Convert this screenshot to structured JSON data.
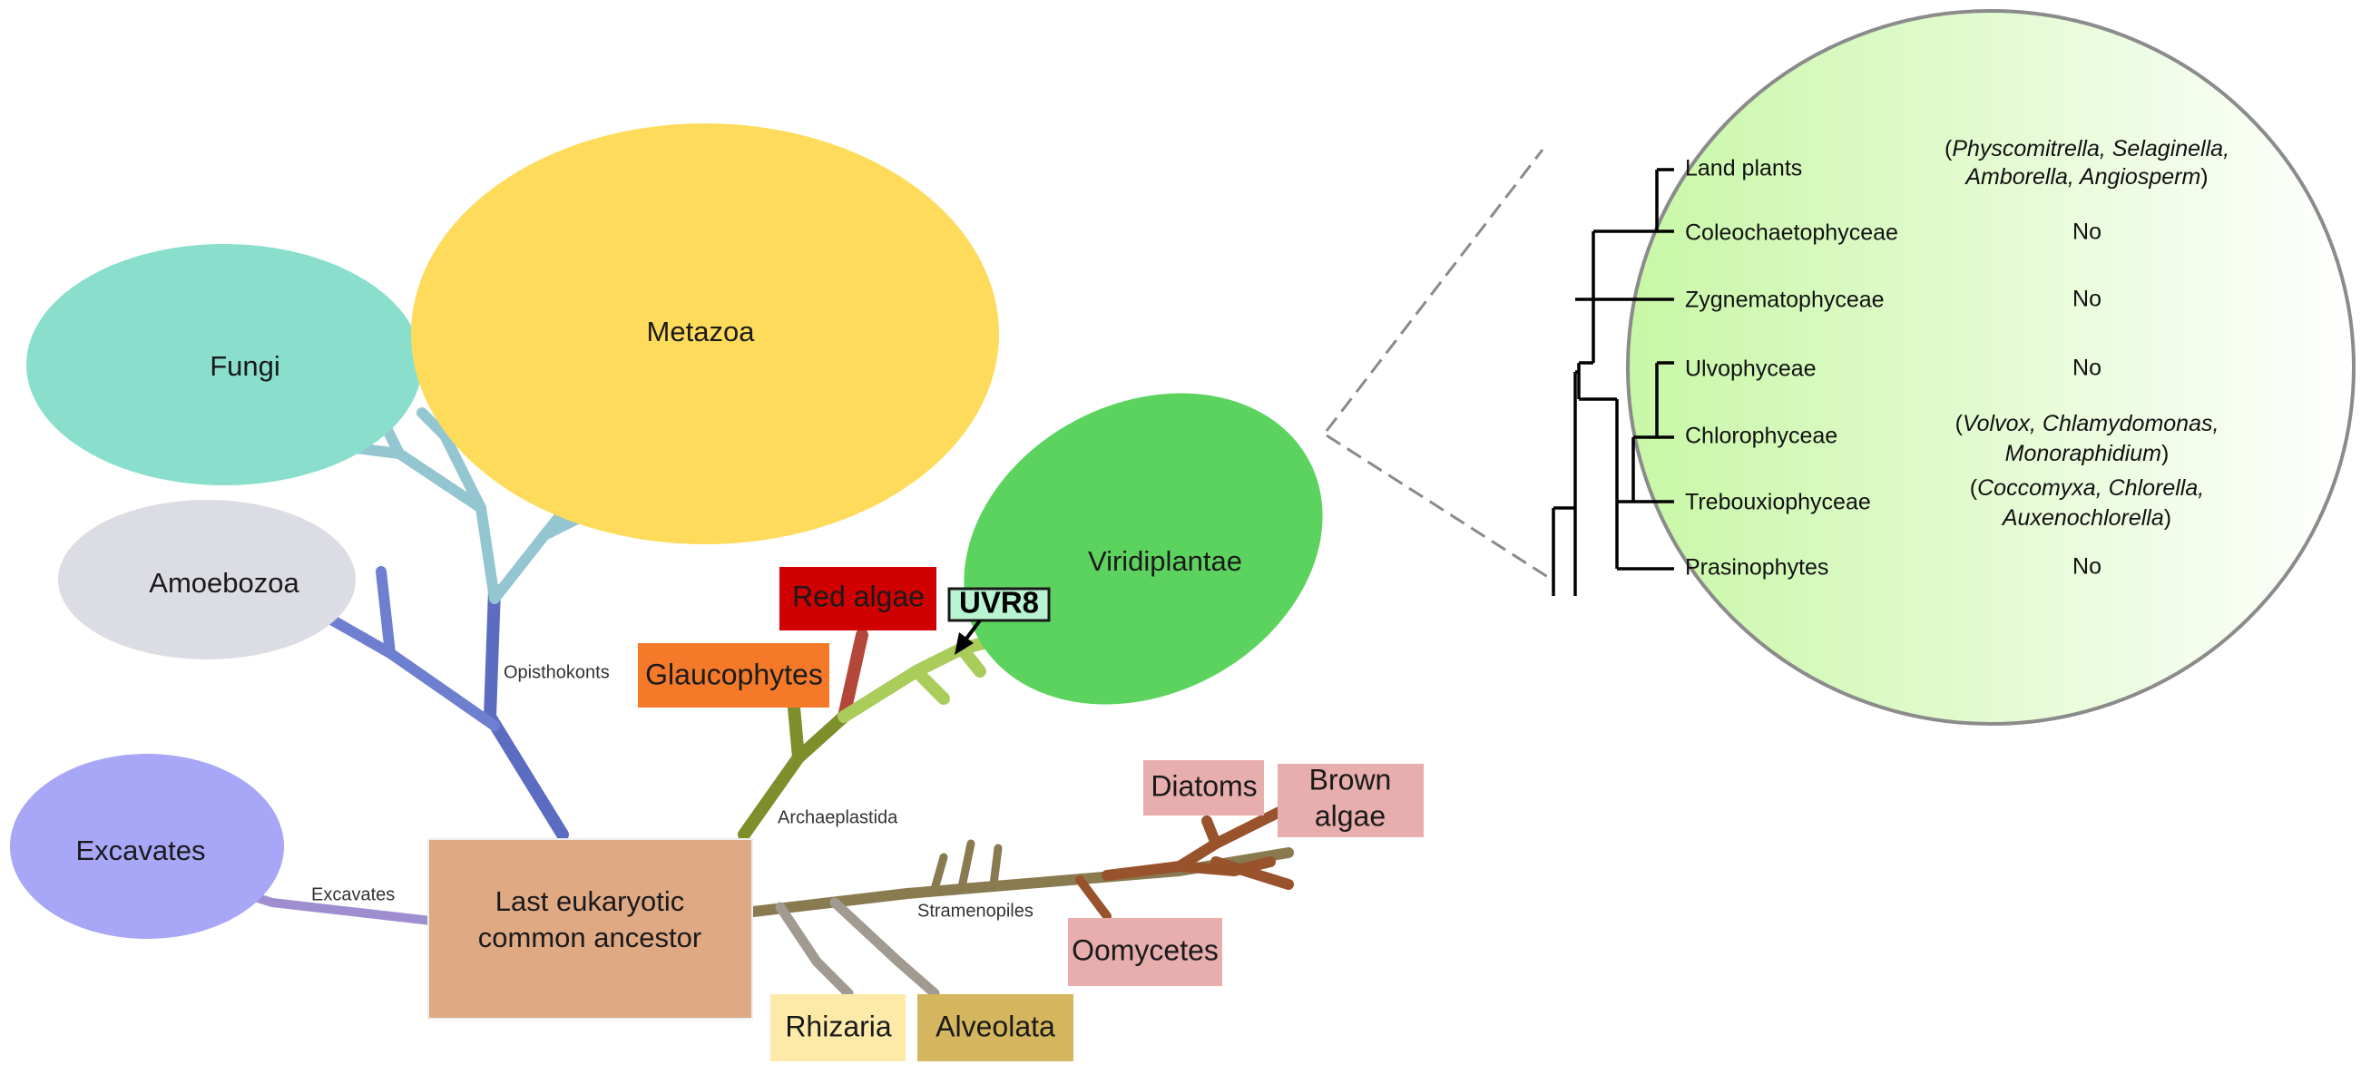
{
  "groups": {
    "metazoa": "Metazoa",
    "fungi": "Fungi",
    "amoebozoa": "Amoebozoa",
    "excavates": "Excavates",
    "viridiplantae": "Viridiplantae",
    "red_algae": "Red algae",
    "glaucophytes": "Glaucophytes",
    "uvr8": "UVR8",
    "diatoms": "Diatoms",
    "brown_algae_1": "Brown",
    "brown_algae_2": "algae",
    "oomycetes": "Oomycetes",
    "rhizaria": "Rhizaria",
    "alveolata": "Alveolata",
    "leca_1": "Last eukaryotic",
    "leca_2": "common ancestor"
  },
  "branch_labels": {
    "opisthokonts": "Opisthokonts",
    "archaeplastida": "Archaeplastida",
    "excavates": "Excavates",
    "stramenopiles": "Stramenopiles"
  },
  "inset": {
    "rows": [
      {
        "taxon": "Land plants",
        "uvr8": [
          "(",
          "Physcomitrella, Selaginella,",
          ""
        ],
        "uvr8_line2": [
          "",
          "Amborella, Angiosperm",
          ")"
        ]
      },
      {
        "taxon": "Coleochaetophyceae",
        "uvr8": [
          "",
          "",
          "No"
        ]
      },
      {
        "taxon": "Zygnematophyceae",
        "uvr8": [
          "",
          "",
          "No"
        ]
      },
      {
        "taxon": "Ulvophyceae",
        "uvr8": [
          "",
          "",
          "No"
        ]
      },
      {
        "taxon": "Chlorophyceae",
        "uvr8": [
          "(",
          "Volvox, Chlamydomonas,",
          ""
        ],
        "uvr8_line2": [
          "",
          "Monoraphidium",
          ")"
        ]
      },
      {
        "taxon": "Trebouxiophyceae",
        "uvr8": [
          "(",
          "Coccomyxa, Chlorella,",
          ""
        ],
        "uvr8_line2": [
          "",
          "Auxenochlorella",
          ")"
        ]
      },
      {
        "taxon": "Prasinophytes",
        "uvr8": [
          "",
          "",
          "No"
        ]
      }
    ]
  },
  "colors": {
    "metazoa": "#fedb5a",
    "fungi": "#89dfcc",
    "amoebozoa": "#dcdce4",
    "excavates": "#a7a6f7",
    "viridiplantae": "#5dd35f",
    "red_algae": "#d00000",
    "glaucophytes": "#f47a2a",
    "stramenopile_box": "#e8adad",
    "rhizaria": "#fdeaa8",
    "alveolata": "#d4b65e",
    "leca": "#dfa984",
    "uvr8_box": "#b9f4d2",
    "inset_fill_left": "#c8f7a6",
    "inset_fill_right": "#ffffff"
  }
}
